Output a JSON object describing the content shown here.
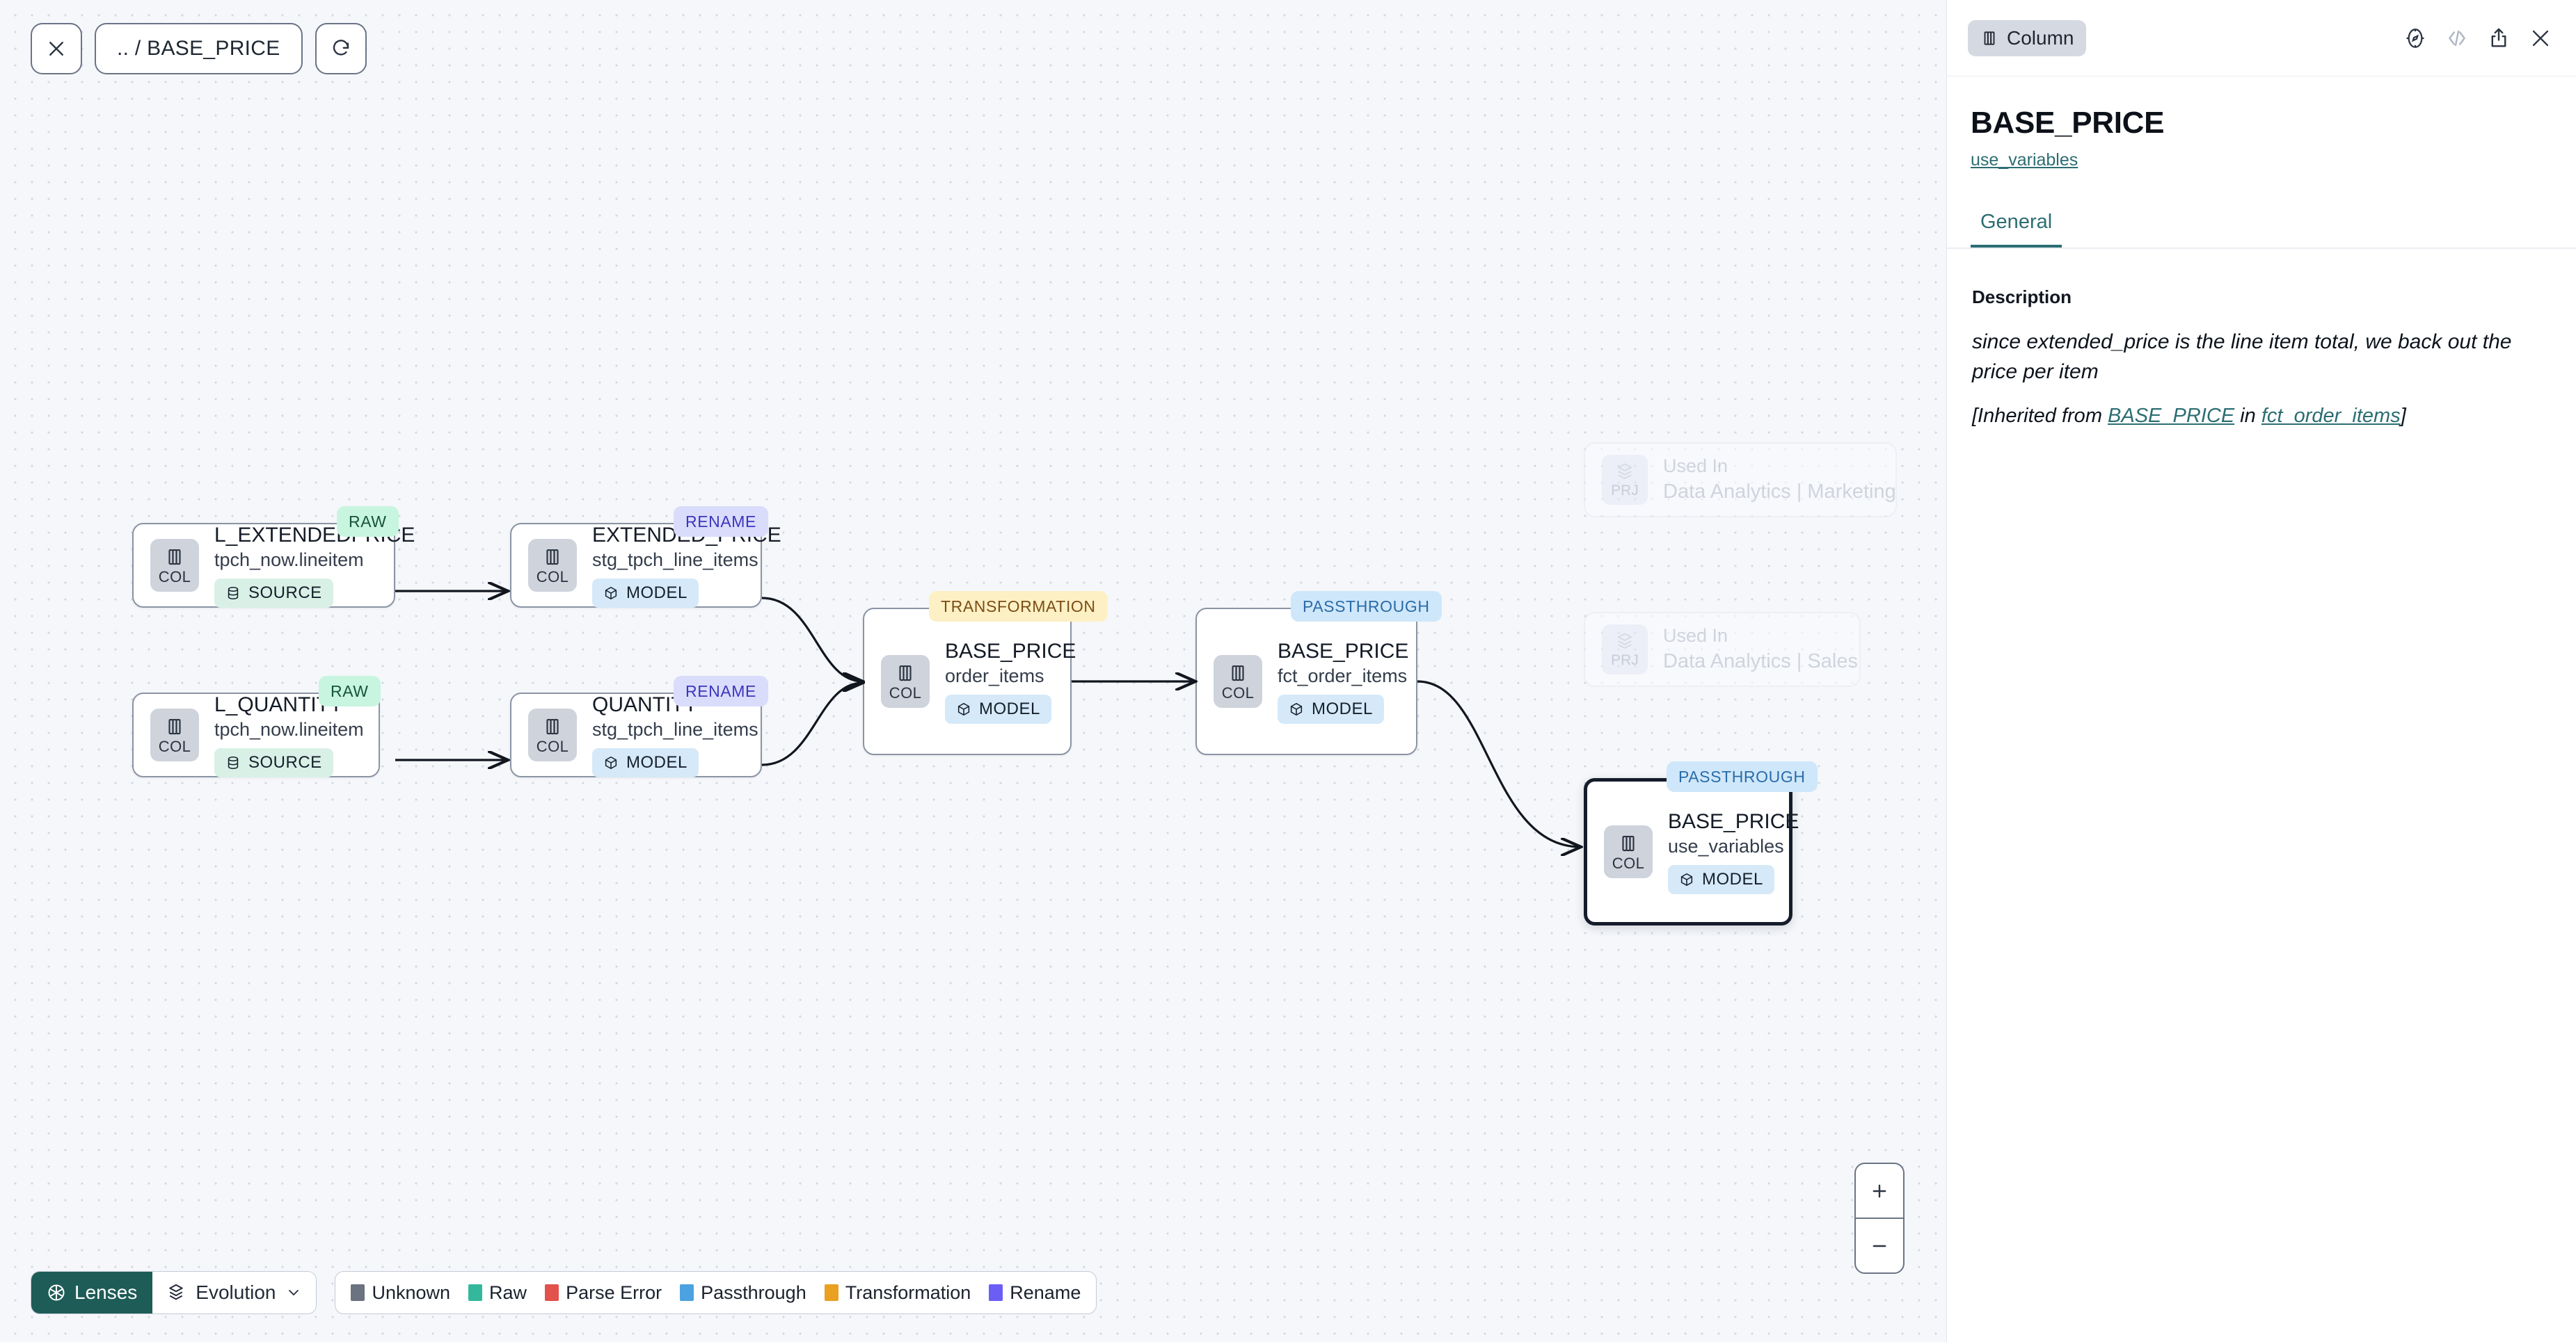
{
  "toolbar": {
    "close_icon": "close-x-icon",
    "breadcrumb": ".. / BASE_PRICE",
    "refresh_icon": "refresh-icon"
  },
  "graph": {
    "nodes": [
      {
        "title": "L_EXTENDEDPRICE",
        "subtitle": "tpch_now.lineitem",
        "kind_label": "COL",
        "pill": "SOURCE",
        "pill_icon": "database-icon",
        "tag": "RAW",
        "tag_style": "raw",
        "selected": false
      },
      {
        "title": "L_QUANTITY",
        "subtitle": "tpch_now.lineitem",
        "kind_label": "COL",
        "pill": "SOURCE",
        "pill_icon": "database-icon",
        "tag": "RAW",
        "tag_style": "raw",
        "selected": false
      },
      {
        "title": "EXTENDED_PRICE",
        "subtitle": "stg_tpch_line_items",
        "kind_label": "COL",
        "pill": "MODEL",
        "pill_icon": "cube-icon",
        "tag": "RENAME",
        "tag_style": "rename",
        "selected": false
      },
      {
        "title": "QUANTITY",
        "subtitle": "stg_tpch_line_items",
        "kind_label": "COL",
        "pill": "MODEL",
        "pill_icon": "cube-icon",
        "tag": "RENAME",
        "tag_style": "rename",
        "selected": false
      },
      {
        "title": "BASE_PRICE",
        "subtitle": "order_items",
        "kind_label": "COL",
        "pill": "MODEL",
        "pill_icon": "cube-icon",
        "tag": "TRANSFORMATION",
        "tag_style": "transform",
        "selected": false
      },
      {
        "title": "BASE_PRICE",
        "subtitle": "fct_order_items",
        "kind_label": "COL",
        "pill": "MODEL",
        "pill_icon": "cube-icon",
        "tag": "PASSTHROUGH",
        "tag_style": "pass",
        "selected": false
      },
      {
        "title": "BASE_PRICE",
        "subtitle": "use_variables",
        "kind_label": "COL",
        "pill": "MODEL",
        "pill_icon": "cube-icon",
        "tag": "PASSTHROUGH",
        "tag_style": "pass",
        "selected": true
      }
    ],
    "used_in": [
      {
        "label": "Used In",
        "name": "Data Analytics | Marketing",
        "kind_label": "PRJ"
      },
      {
        "label": "Used In",
        "name": "Data Analytics | Sales",
        "kind_label": "PRJ"
      }
    ]
  },
  "bottombar": {
    "lenses_label": "Lenses",
    "lenses_icon": "aperture-icon",
    "evolution_label": "Evolution",
    "evolution_icon": "layers-icon",
    "evolution_chevron": "chevron-down-icon",
    "legend": [
      {
        "label": "Unknown",
        "color": "#6b7280"
      },
      {
        "label": "Raw",
        "color": "#34b89c"
      },
      {
        "label": "Parse Error",
        "color": "#e2514b"
      },
      {
        "label": "Passthrough",
        "color": "#4ca2e0"
      },
      {
        "label": "Transformation",
        "color": "#eaa021"
      },
      {
        "label": "Rename",
        "color": "#6b5ef5"
      }
    ]
  },
  "zoom_controls": {
    "zoom_in": "+",
    "zoom_out": "–"
  },
  "panel": {
    "chip_label": "Column",
    "chip_icon": "column-icon",
    "icons": [
      "compass-icon",
      "code-brackets-icon",
      "share-icon",
      "close-icon"
    ],
    "title": "BASE_PRICE",
    "link": "use_variables",
    "tabs": [
      {
        "label": "General",
        "active": true
      }
    ],
    "description_label": "Description",
    "description": "since extended_price is the line item total, we back out the price per item",
    "inherited_prefix": "[Inherited from ",
    "inherited_link1": "BASE_PRICE",
    "inherited_middle": " in ",
    "inherited_link2": "fct_order_items",
    "inherited_suffix": "]"
  },
  "colors": {
    "accent_teal": "#2c6d72",
    "lenses_bg": "#1e5c57",
    "canvas": "#f5f7fa"
  }
}
